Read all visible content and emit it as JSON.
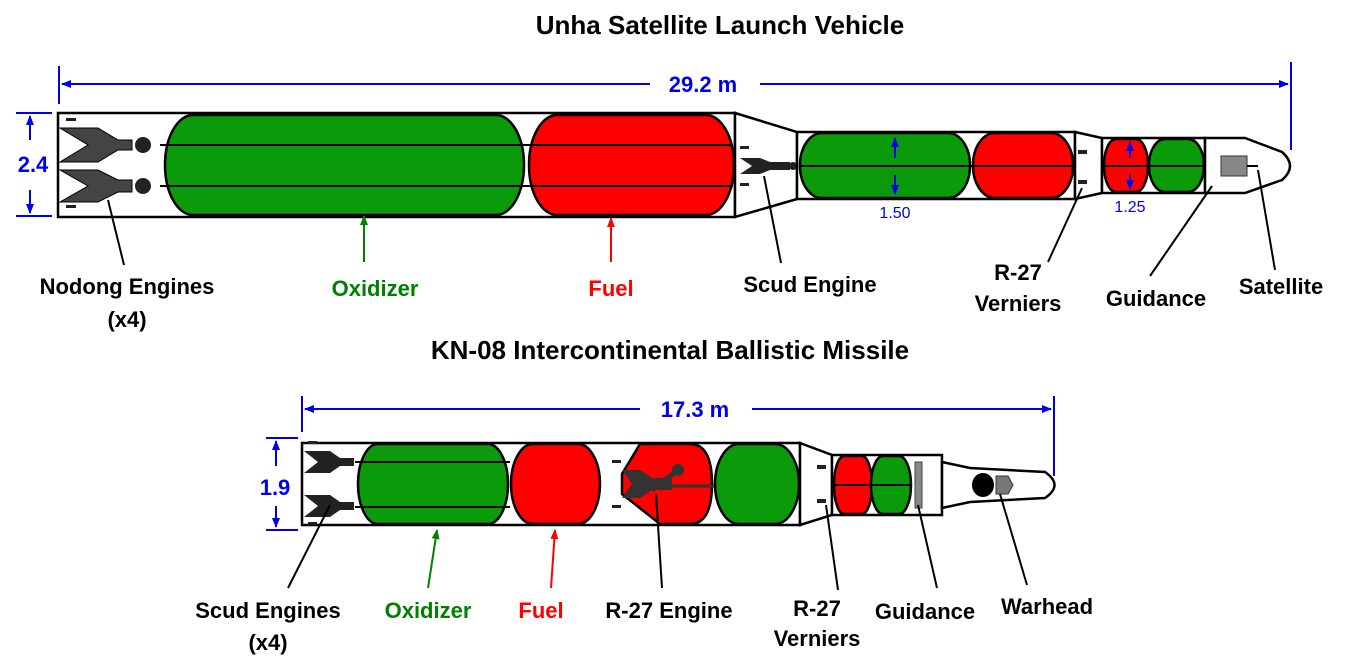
{
  "colors": {
    "oxidizer": "#008000",
    "fuel": "#ff0000",
    "dimension": "#0000ee",
    "outline": "#000000",
    "tank_green": "#0a9a0a",
    "tank_red": "#ff0000"
  },
  "unha": {
    "title": "Unha Satellite Launch Vehicle",
    "length_label": "29.2 m",
    "diameter_label": "2.4",
    "stage2_diameter_label": "1.50",
    "stage3_diameter_label": "1.25",
    "labels": {
      "nodong_line1": "Nodong Engines",
      "nodong_line2": "(x4)",
      "oxidizer": "Oxidizer",
      "fuel": "Fuel",
      "scud": "Scud Engine",
      "verniers_line1": "R-27",
      "verniers_line2": "Verniers",
      "guidance": "Guidance",
      "satellite": "Satellite"
    }
  },
  "kn08": {
    "title": "KN-08 Intercontinental Ballistic Missile",
    "length_label": "17.3 m",
    "diameter_label": "1.9",
    "labels": {
      "scud_line1": "Scud Engines",
      "scud_line2": "(x4)",
      "oxidizer": "Oxidizer",
      "fuel": "Fuel",
      "r27": "R-27 Engine",
      "verniers_line1": "R-27",
      "verniers_line2": "Verniers",
      "guidance": "Guidance",
      "warhead": "Warhead"
    }
  }
}
